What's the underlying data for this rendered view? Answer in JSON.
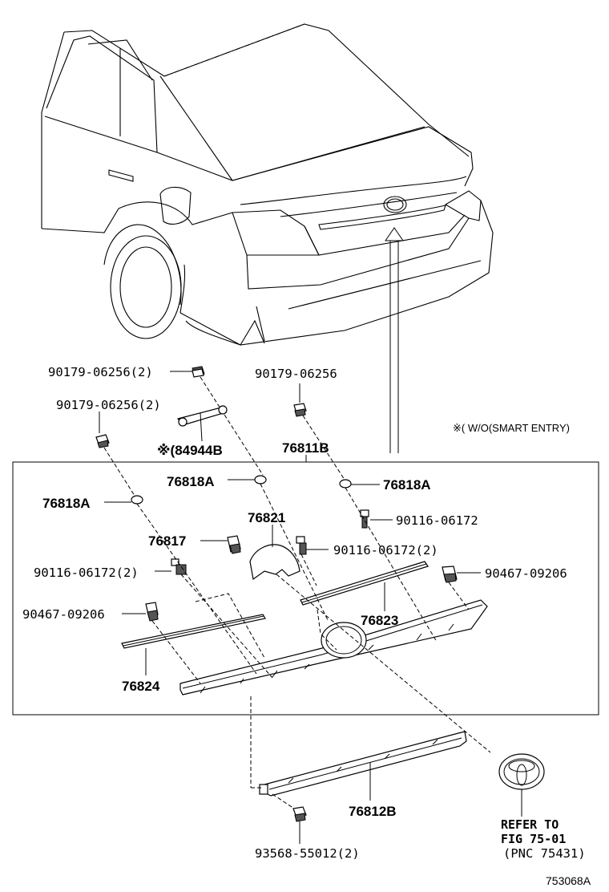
{
  "diagram": {
    "note_smart_entry": "※( W/O(SMART ENTRY)",
    "figure_id": "753068A",
    "labels": {
      "clip_top_1": "90179-06256(2)",
      "clip_top_2": "90179-06256(2)",
      "clip_top_right": "90179-06256",
      "part_84944b": "※(84944B",
      "part_76811b": "76811B",
      "part_76818a_upper": "76818A",
      "part_76818a_right": "76818A",
      "part_76818a_left": "76818A",
      "part_76821": "76821",
      "part_76817": "76817",
      "bolt_right": "90116-06172",
      "bolt_mid": "90116-06172(2)",
      "bolt_left": "90116-06172(2)",
      "clip_left": "90467-09206",
      "clip_right": "90467-09206",
      "part_76823": "76823",
      "part_76824": "76824",
      "part_76812b": "76812B",
      "screw_bottom": "93568-55012(2)"
    },
    "refer": {
      "line1": "REFER TO",
      "line2": "FIG 75-01",
      "line3": "(PNC 75431)"
    }
  }
}
